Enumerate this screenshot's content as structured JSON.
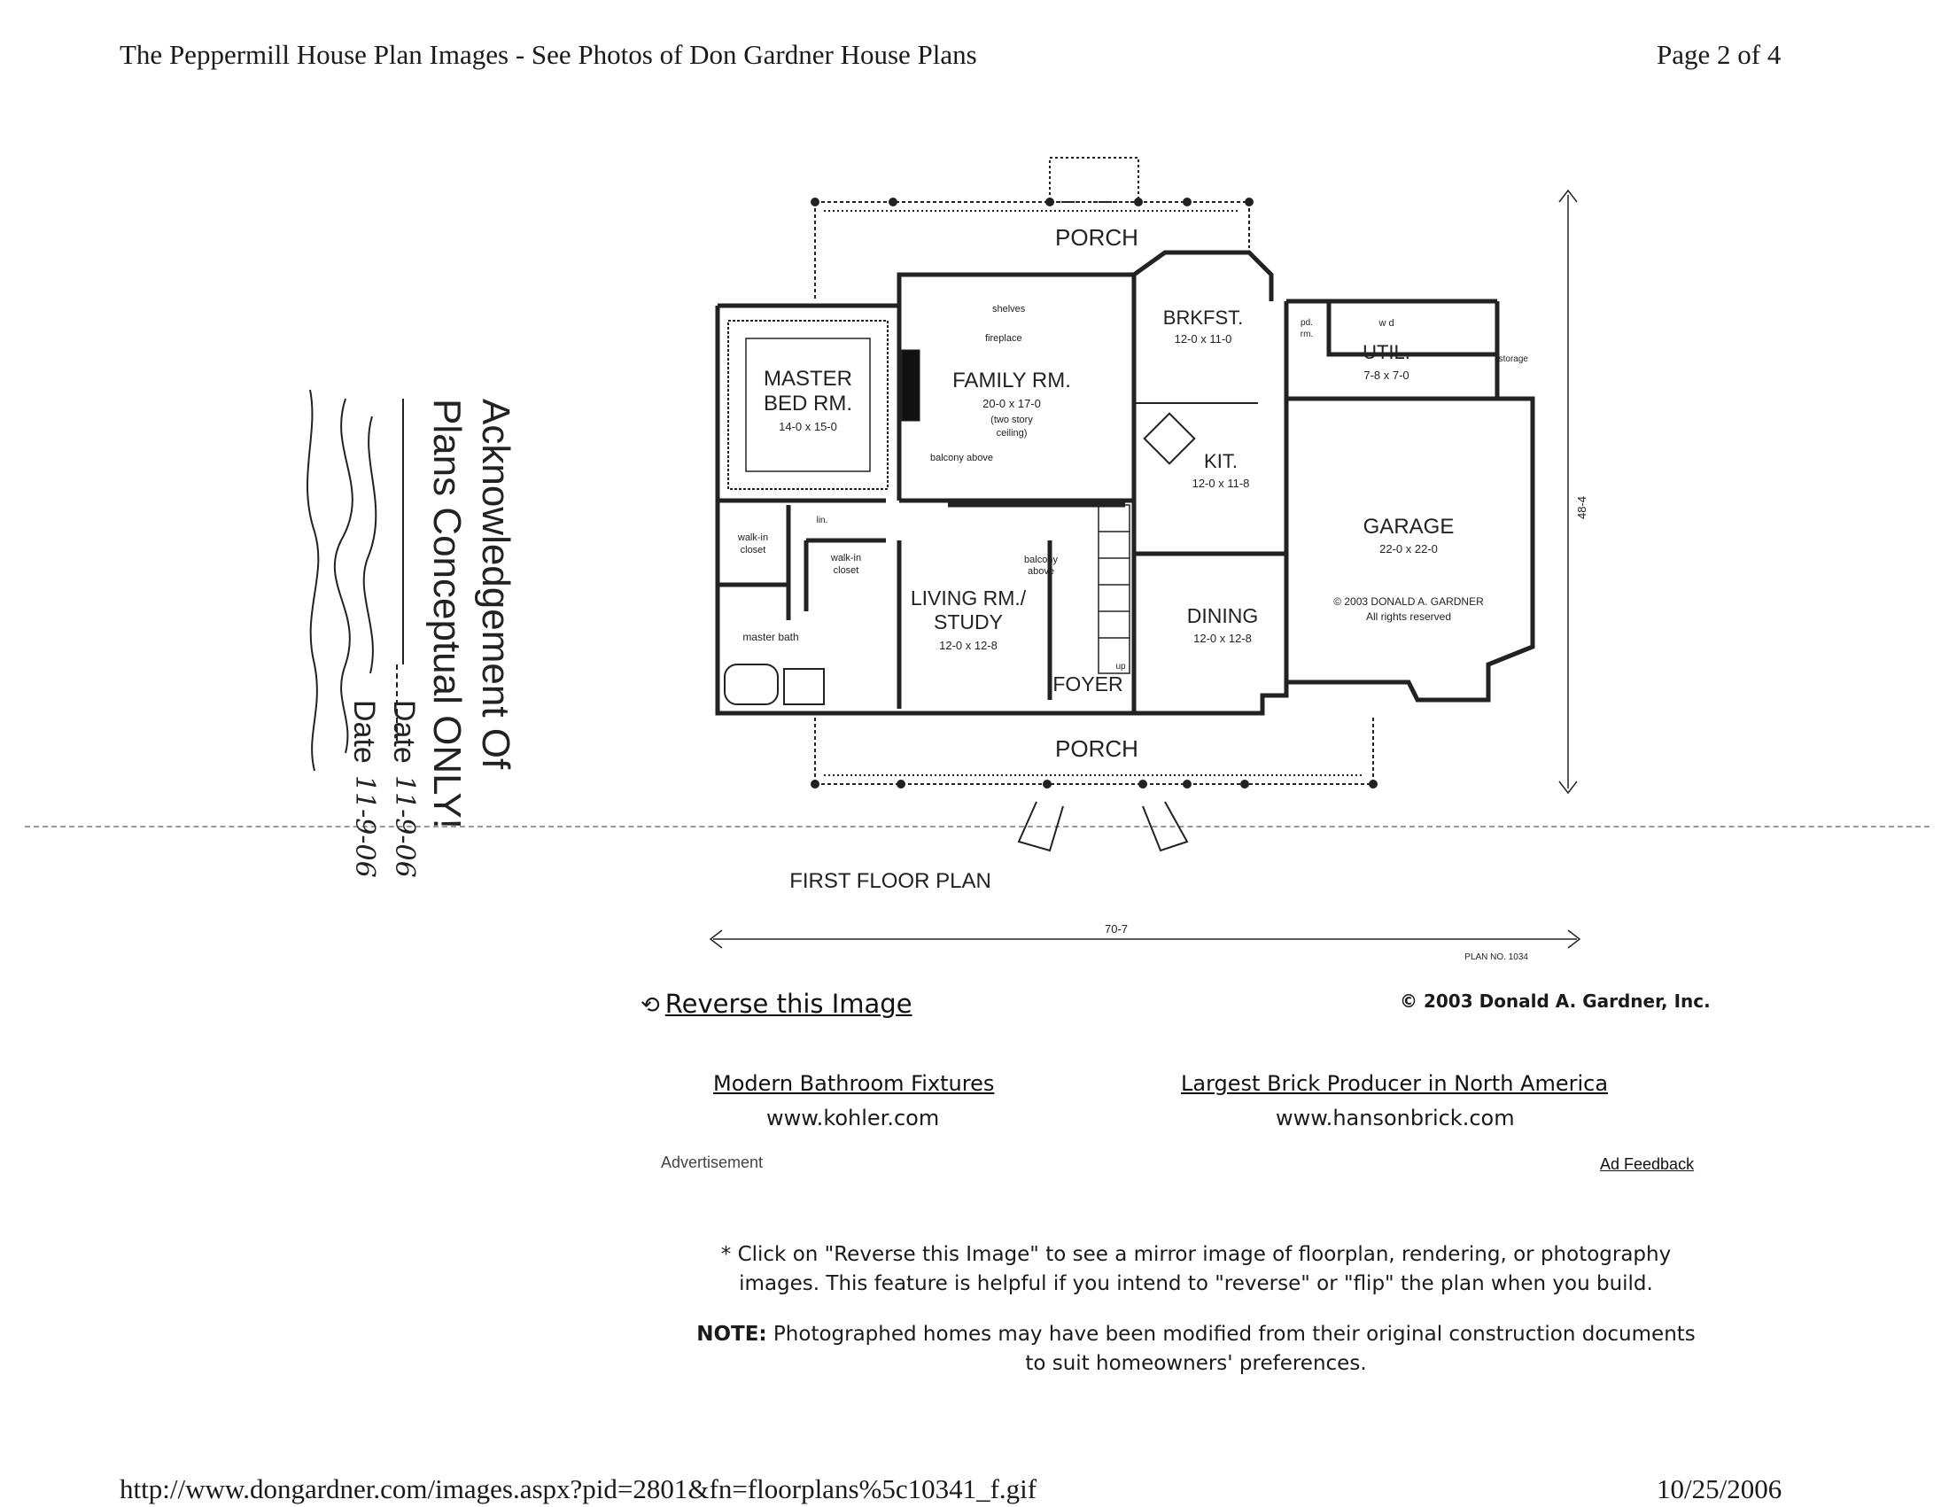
{
  "header": {
    "title": "The Peppermill House Plan Images - See Photos of Don Gardner House Plans",
    "page": "Page 2 of 4"
  },
  "floorplan": {
    "rooms": {
      "porch_top": "PORCH",
      "porch_bottom": "PORCH",
      "master_bed": "MASTER",
      "master_bed2": "BED RM.",
      "master_dim": "14-0 x 15-0",
      "family": "FAMILY RM.",
      "family_dim": "20-0 x 17-0",
      "family_note1": "(two story",
      "family_note2": "ceiling)",
      "shelves": "shelves",
      "fireplace": "fireplace",
      "balcony_above": "balcony above",
      "brkfst": "BRKFST.",
      "brkfst_dim": "12-0 x 11-0",
      "pd_rm": "pd.",
      "pd_rm2": "rm.",
      "util": "UTIL.",
      "util_dim": "7-8 x 7-0",
      "storage": "storage",
      "wd": "w  d",
      "kit": "KIT.",
      "kit_dim": "12-0 x 11-8",
      "garage": "GARAGE",
      "garage_dim": "22-0 x 22-0",
      "copyright_in_plan": "© 2003 DONALD A. GARDNER",
      "rights": "All rights reserved",
      "walkin1": "walk-in",
      "walkin1b": "closet",
      "walkin2": "walk-in",
      "walkin2b": "closet",
      "lin": "lin.",
      "master_bath": "master bath",
      "living": "LIVING RM./",
      "living2": "STUDY",
      "living_dim": "12-0 x 12-8",
      "balcony2": "balcony",
      "balcony2b": "above",
      "foyer": "FOYER",
      "up": "up",
      "dining": "DINING",
      "dining_dim": "12-0 x 12-8",
      "depth": "48-4",
      "width": "70-7",
      "floor_title": "FIRST FLOOR PLAN",
      "plan_no": "PLAN NO. 1034"
    }
  },
  "reverse_link": "Reverse this Image",
  "copyright": "© 2003 Donald A. Gardner, Inc.",
  "ads": [
    {
      "title": "Modern Bathroom Fixtures",
      "url": "www.kohler.com"
    },
    {
      "title": "Largest Brick Producer in North America",
      "url": "www.hansonbrick.com"
    }
  ],
  "advertisement_label": "Advertisement",
  "ad_feedback": "Ad Feedback",
  "note1_line1": "* Click on \"Reverse this Image\" to see a mirror image of floorplan, rendering, or photography",
  "note1_line2": "images. This feature is helpful if you intend to \"reverse\" or \"flip\" the plan when you build.",
  "note2_label": "NOTE:",
  "note2_line1": " Photographed homes may have been modified from their original construction documents",
  "note2_line2": "to suit homeowners' preferences.",
  "stamp": {
    "line1": "Acknowledgement Of",
    "line2": "Plans Conceptual ONLY!",
    "date1_label": "Date",
    "date1_value": "11-9-06",
    "date2_label": "Date",
    "date2_value": "11-9-06"
  },
  "footer": {
    "url": "http://www.dongardner.com/images.aspx?pid=2801&fn=floorplans%5c10341_f.gif",
    "date": "10/25/2006"
  }
}
